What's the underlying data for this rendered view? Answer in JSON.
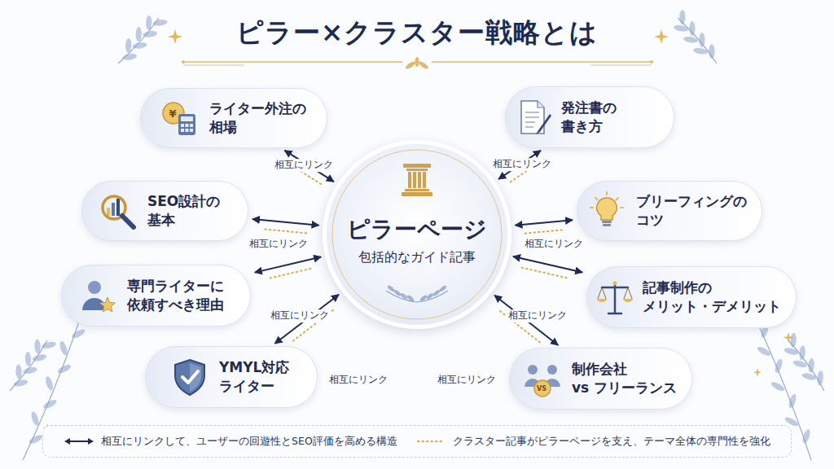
{
  "diagram": {
    "title": "ピラー×クラスター戦略とは",
    "nodes": [
      {
        "text": [
          "ライター外注の 相場"
        ]
      },
      {
        "text": [
          "発注書の 書き方"
        ]
      },
      {
        "text": [
          "SEO設計の 基本"
        ]
      },
      {
        "text": [
          "ピラーページ",
          "包括的なガイド記事"
        ]
      },
      {
        "text": [
          "ブリーフィングの コツ"
        ]
      },
      {
        "text": [
          "専門ライターに 依頼すべき理由"
        ]
      },
      {
        "text": [
          "記事制作の メリット・デメリット"
        ]
      },
      {
        "text": [
          "YMYL対応 ライター"
        ]
      },
      {
        "text": [
          "制作会社 vs フリーランス"
        ]
      }
    ],
    "edges": [
      {
        "from": 0,
        "to": 3,
        "arrow": "both",
        "label": "相互にリンク"
      },
      {
        "from": 1,
        "to": 3,
        "arrow": "both",
        "label": "相互にリンク"
      },
      {
        "from": 2,
        "to": 3,
        "arrow": "both",
        "label": "相互にリンク"
      },
      {
        "from": 4,
        "to": 3,
        "arrow": "both",
        "label": "相互にリンク"
      },
      {
        "from": 5,
        "to": 3,
        "arrow": "both",
        "label": "相互にリンク"
      },
      {
        "from": 6,
        "to": 3,
        "arrow": "both",
        "label": "相互にリンク"
      },
      {
        "from": 7,
        "to": 3,
        "arrow": "both",
        "label": "相互にリンク"
      },
      {
        "from": 8,
        "to": 3,
        "arrow": "both",
        "label": "相互にリンク"
      }
    ],
    "labels": [
      "¥",
      "VS"
    ],
    "legend": [
      {
        "text": "相互にリンクして、ユーザーの回遊性とSEO評価を高める構造"
      },
      {
        "text": "クラスター記事がピラーページを支え、テーマ全体の専門性を強化"
      }
    ]
  }
}
